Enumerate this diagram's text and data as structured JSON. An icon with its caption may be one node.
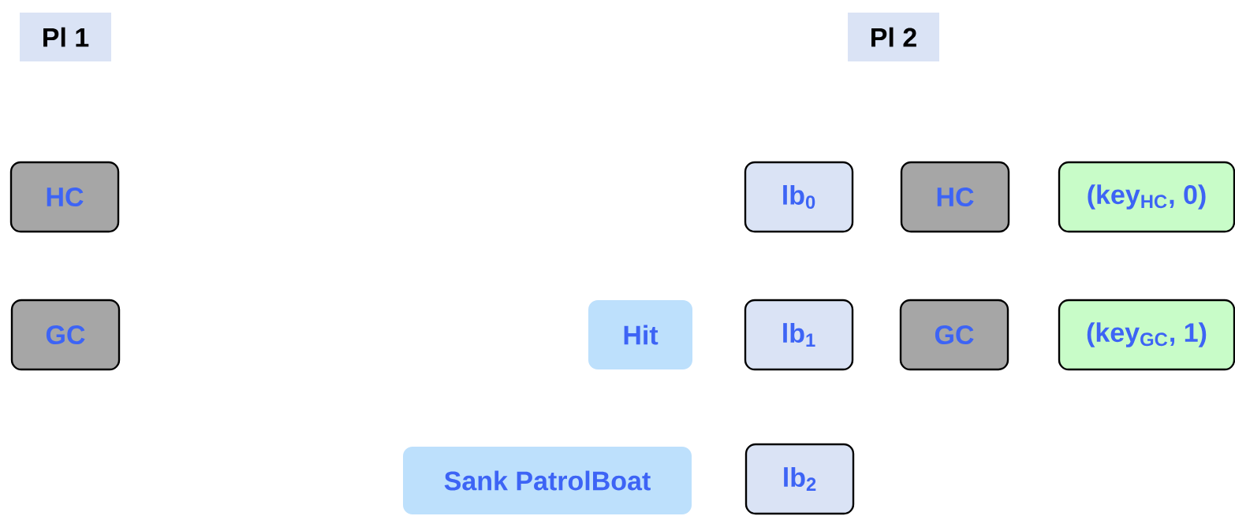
{
  "diagram": {
    "nodes": [
      {
        "text": [
          "Pl 1"
        ]
      },
      {
        "text": [
          "Pl 2"
        ]
      },
      {
        "text": [
          "HC"
        ]
      },
      {
        "text": [
          "lb$_{0}$"
        ]
      },
      {
        "text": [
          "HC"
        ]
      },
      {
        "text": [
          "(key$_{HC}$, 0)"
        ]
      },
      {
        "text": [
          "GC"
        ]
      },
      {
        "text": [
          "Hit"
        ]
      },
      {
        "text": [
          "lb$_{1}$"
        ]
      },
      {
        "text": [
          "GC"
        ]
      },
      {
        "text": [
          "(key$_{GC}$, 1)"
        ]
      },
      {
        "text": [
          "Sank PatrolBoat"
        ]
      },
      {
        "text": [
          "lb$_{2}$"
        ]
      }
    ]
  }
}
